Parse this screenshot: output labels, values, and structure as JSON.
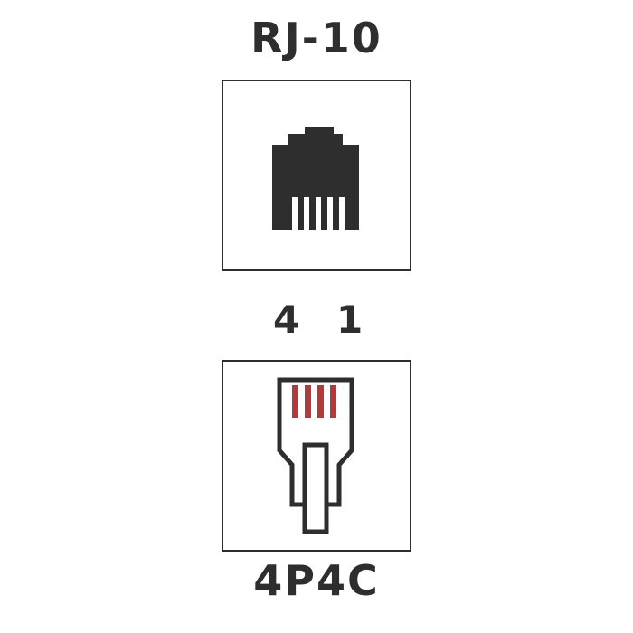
{
  "top_label": "RJ-10",
  "pin_labels": {
    "left": "4",
    "right": "1"
  },
  "bottom_label": "4P4C",
  "icons": {
    "jack": "rj10-jack-icon",
    "plug": "4p4c-plug-icon"
  },
  "colors": {
    "ink": "#2e2e2e",
    "contacts": "#b23a3a",
    "background": "#ffffff"
  }
}
